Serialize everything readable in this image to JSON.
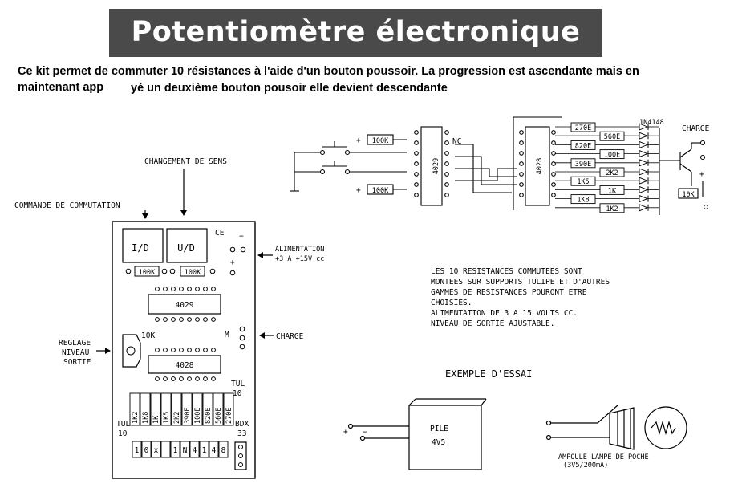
{
  "header": {
    "title": "Potentiomètre électronique",
    "description_line1": "Ce kit permet de commuter  10 résistances à l'aide d'un bouton poussoir. La progression est ascendante mais en",
    "description_line2a": "maintenant app",
    "description_line2b": "yé un deuxième bouton pousoir elle devient descendante"
  },
  "board": {
    "label_changement": "CHANGEMENT DE SENS",
    "label_commande": "COMMANDE DE COMMUTATION",
    "label_id": "I/D",
    "label_ud": "U/D",
    "label_ce": "CE",
    "label_minus": "−",
    "label_plus": "+",
    "res_100k_a": "100K",
    "res_100k_b": "100K",
    "label_alim1": "ALIMENTATION",
    "label_alim2": "+3 A +15V cc",
    "ic1": "4029",
    "ic2": "4028",
    "label_10k": "10K",
    "label_m": "M",
    "label_charge": "CHARGE",
    "label_reglage1": "REGLAGE",
    "label_reglage2": "NIVEAU",
    "label_reglage3": "SORTIE",
    "label_tul_top1": "TUL",
    "label_tul_top2": "10",
    "label_tul_left1": "TUL",
    "label_tul_left2": "10",
    "label_bdx1": "BDX",
    "label_bdx2": "33",
    "resistors": [
      "1K2",
      "1K8",
      "1K",
      "1K5",
      "2K2",
      "390E",
      "100E",
      "820E",
      "560E",
      "270E"
    ],
    "diodes": [
      "1",
      "0",
      "x",
      "",
      "1",
      "N",
      "4",
      "1",
      "4",
      "8"
    ]
  },
  "schematic": {
    "res_top": "100K",
    "res_bottom": "100K",
    "label_nc": "NC",
    "ic1": "4029",
    "ic2": "4028",
    "diode_part": "1N4148",
    "label_charge": "CHARGE",
    "pot": "10K",
    "label_plus": "+",
    "resistors": [
      "270E",
      "560E",
      "820E",
      "100E",
      "390E",
      "2K2",
      "1K5",
      "1K",
      "1K8",
      "1K2"
    ]
  },
  "notes": {
    "line1": "LES 10 RESISTANCES COMMUTEES SONT",
    "line2": "MONTEES SUR SUPPORTS TULIPE ET D'AUTRES",
    "line3": "GAMMES DE RESISTANCES POURONT ETRE",
    "line4": "CHOISIES.",
    "line5": "ALIMENTATION DE 3 A 15 VOLTS CC.",
    "line6": "NIVEAU DE SORTIE AJUSTABLE."
  },
  "example": {
    "title": "EXEMPLE D'ESSAI",
    "battery1": "PILE",
    "battery2": "4V5",
    "plus": "+",
    "minus": "−",
    "lamp1": "AMPOULE LAMPE DE POCHE",
    "lamp2": "(3V5/200mA)"
  }
}
